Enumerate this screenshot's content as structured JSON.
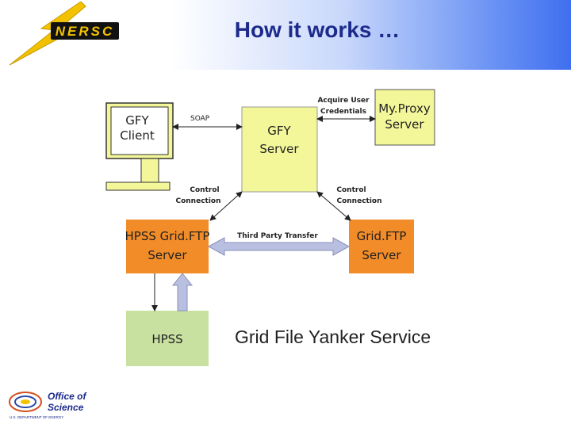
{
  "header": {
    "title": "How it works …",
    "logo_text": "NERSC"
  },
  "diagram": {
    "nodes": {
      "client": [
        "GFY",
        "Client"
      ],
      "gfy_server": [
        "GFY",
        "Server"
      ],
      "myproxy": [
        "My.Proxy",
        "Server"
      ],
      "hpss_gridftp": [
        "HPSS Grid.FTP",
        "Server"
      ],
      "gridftp": [
        "Grid.FTP",
        "Server"
      ],
      "hpss": "HPSS"
    },
    "labels": {
      "soap": "SOAP",
      "acquire": [
        "Acquire User",
        "Credentials"
      ],
      "control_left": [
        "Control",
        "Connection"
      ],
      "control_right": [
        "Control",
        "Connection"
      ],
      "third_party": "Third Party Transfer"
    },
    "service_title": "Grid File Yanker Service"
  },
  "footer": {
    "logo_line1": "Office of",
    "logo_line2": "Science",
    "logo_line3": "U.S. DEPARTMENT OF ENERGY"
  },
  "colors": {
    "yellow_box": "#f3f79a",
    "orange_box": "#f28c28",
    "green_box": "#c8e0a0",
    "arrow": "#b9bfe0",
    "title": "#1c2a8c"
  }
}
